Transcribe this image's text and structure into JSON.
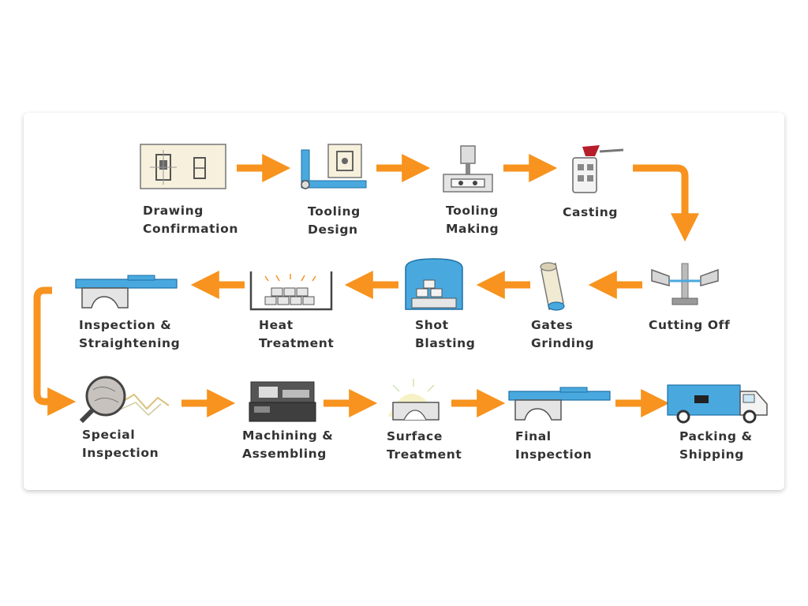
{
  "colors": {
    "arrow": "#f7931e",
    "icon_blue": "#49a9df",
    "icon_dark": "#444444",
    "icon_gray": "#9a9a9a",
    "label": "#333333"
  },
  "steps": [
    {
      "id": "drawing-confirmation",
      "icon": "blueprint-icon",
      "line1": "Drawing",
      "line2": "Confirmation"
    },
    {
      "id": "tooling-design",
      "icon": "drafting-tool-icon",
      "line1": "Tooling",
      "line2": "Design"
    },
    {
      "id": "tooling-making",
      "icon": "milling-machine-icon",
      "line1": "Tooling",
      "line2": "Making"
    },
    {
      "id": "casting",
      "icon": "ladle-mold-icon",
      "line1": "Casting",
      "line2": ""
    },
    {
      "id": "cutting-off",
      "icon": "cutting-saw-icon",
      "line1": "Cutting Off",
      "line2": ""
    },
    {
      "id": "gates-grinding",
      "icon": "grinding-roller-icon",
      "line1": "Gates",
      "line2": "Grinding"
    },
    {
      "id": "shot-blasting",
      "icon": "blasting-chamber-icon",
      "line1": "Shot",
      "line2": "Blasting"
    },
    {
      "id": "heat-treatment",
      "icon": "furnace-icon",
      "line1": "Heat",
      "line2": "Treatment"
    },
    {
      "id": "inspection-straightening",
      "icon": "press-icon",
      "line1": "Inspection &",
      "line2": "Straightening"
    },
    {
      "id": "special-inspection",
      "icon": "magnifier-icon",
      "line1": "Special",
      "line2": "Inspection"
    },
    {
      "id": "machining-assembling",
      "icon": "lathe-icon",
      "line1": "Machining &",
      "line2": "Assembling"
    },
    {
      "id": "surface-treatment",
      "icon": "coating-icon",
      "line1": "Surface",
      "line2": "Treatment"
    },
    {
      "id": "final-inspection",
      "icon": "inspection-bench-icon",
      "line1": "Final",
      "line2": "Inspection"
    },
    {
      "id": "packing-shipping",
      "icon": "truck-icon",
      "line1": "Packing &",
      "line2": "Shipping"
    }
  ]
}
